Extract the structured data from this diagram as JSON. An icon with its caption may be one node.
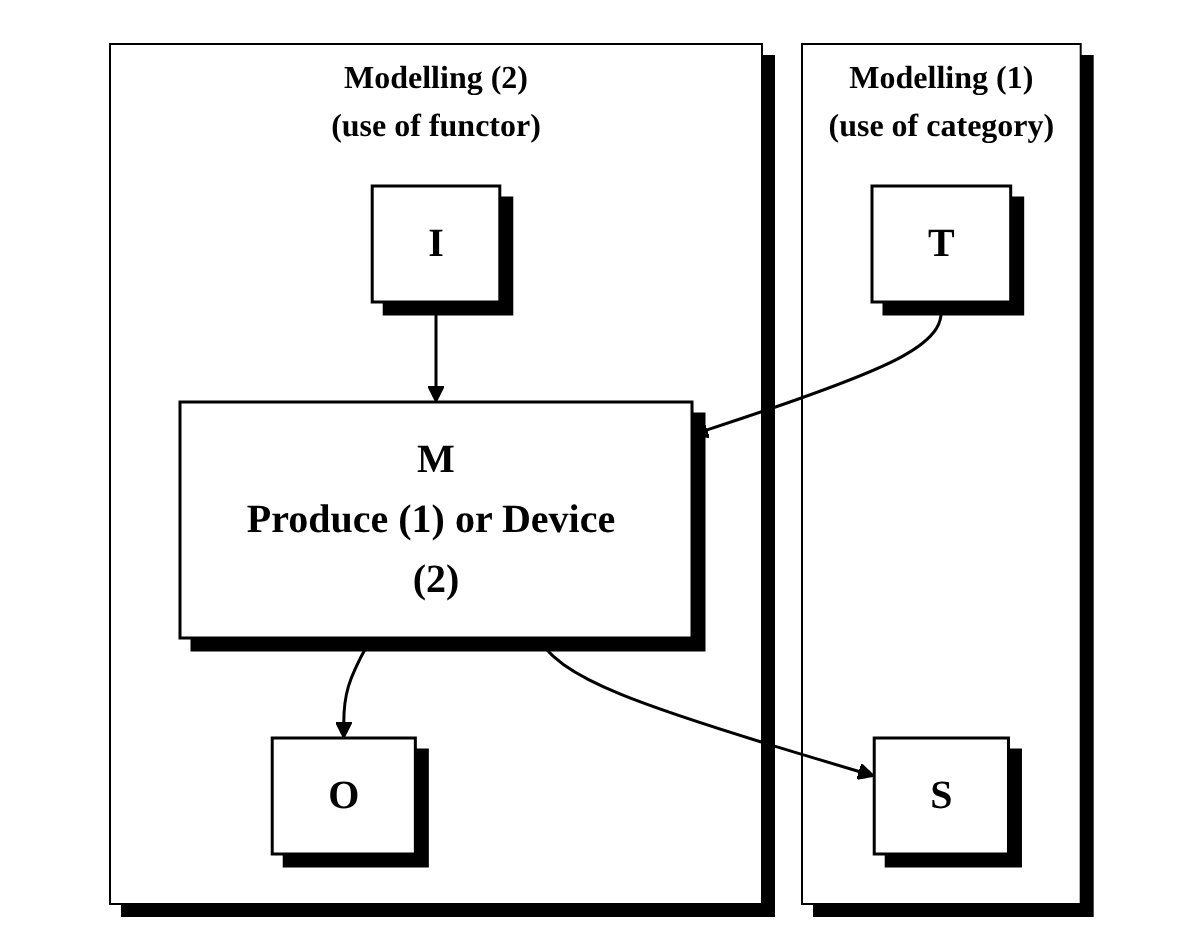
{
  "diagram": {
    "nodes": [
      {
        "text": [
          "Modelling (1)",
          "(use of category)"
        ]
      },
      {
        "text": [
          "T"
        ],
        "in": 0
      },
      {
        "text": [
          "Modelling (2)",
          "(use of functor)"
        ]
      },
      {
        "text": [
          "I"
        ],
        "in": 2
      },
      {
        "text": [
          "M",
          "Produce (1) or Device (2)"
        ],
        "in": 2
      },
      {
        "text": [
          "O"
        ],
        "in": 2
      },
      {
        "text": [
          "S"
        ],
        "in": 0
      }
    ],
    "edges": [
      {
        "from": 1,
        "to": 4,
        "arrow": "to"
      },
      {
        "from": 3,
        "to": 4,
        "arrow": "to"
      },
      {
        "from": 4,
        "to": 5,
        "arrow": "to"
      },
      {
        "from": 4,
        "to": 6,
        "arrow": "to"
      }
    ]
  }
}
